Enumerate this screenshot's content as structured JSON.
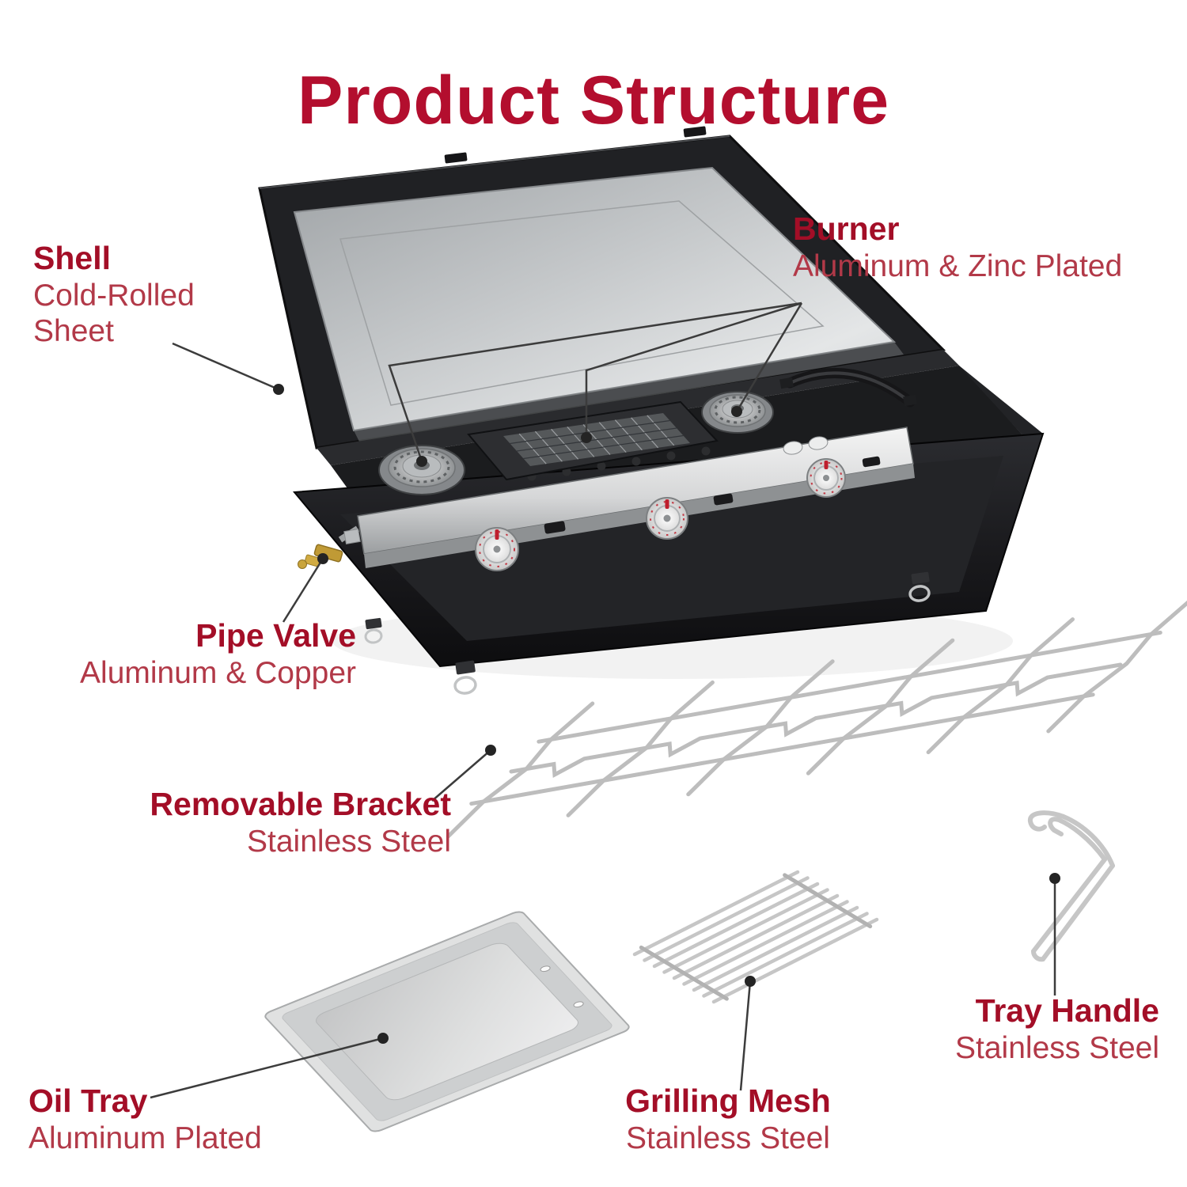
{
  "title": "Product Structure",
  "colors": {
    "title": "#b30e2e",
    "label_bold": "#a30e27",
    "label_sub": "#b23948",
    "leader_line": "#3c3c3c",
    "shell_dark": "#202124",
    "steel_light": "#d8d8d8",
    "brass": "#c09a35"
  },
  "labels": {
    "shell": {
      "name": "Shell",
      "material": "Cold-Rolled Sheet"
    },
    "burner": {
      "name": "Burner",
      "material": "Aluminum & Zinc Plated"
    },
    "pipe_valve": {
      "name": "Pipe Valve",
      "material": "Aluminum & Copper"
    },
    "removable_bracket": {
      "name": "Removable Bracket",
      "material": "Stainless Steel"
    },
    "oil_tray": {
      "name": "Oil Tray",
      "material": "Aluminum Plated"
    },
    "grilling_mesh": {
      "name": "Grilling Mesh",
      "material": "Stainless Steel"
    },
    "tray_handle": {
      "name": "Tray Handle",
      "material": "Stainless Steel"
    }
  }
}
